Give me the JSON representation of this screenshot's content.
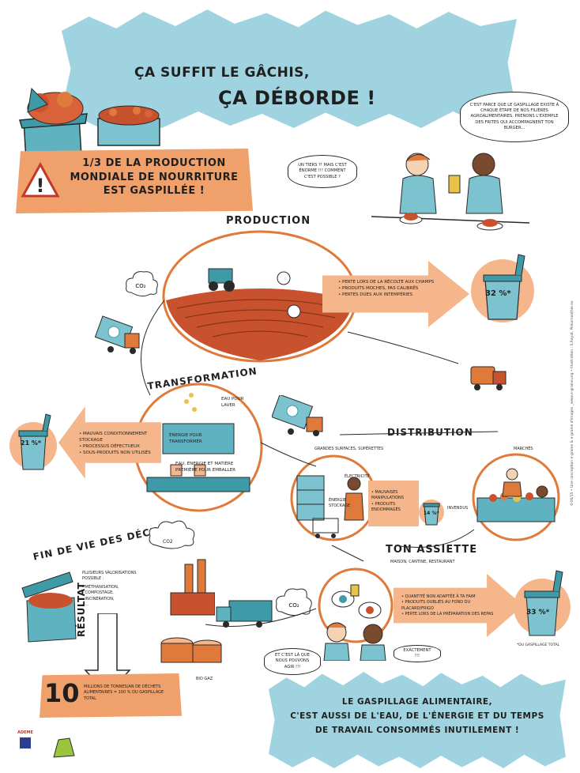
{
  "title": {
    "line1": "ÇA SUFFIT LE GÂCHIS,",
    "line2": "ÇA DÉBORDE !"
  },
  "warning": {
    "line1": "1/3 DE LA PRODUCTION",
    "line2": "MONDIALE DE NOURRITURE",
    "line3": "EST GASPILLÉE !"
  },
  "bubbles": {
    "boy": "C'EST PARCE QUE LE GASPILLAGE EXISTE À CHAQUE ÉTAPE DE NOS FILIÈRES AGROALIMENTAIRES. PRENONS L'EXEMPLE DES FRITES QUI ACCOMPAGNENT TON BURGER...",
    "girl": "UN TIERS ?! MAIS C'EST ÉNORME !!! COMMENT C'EST POSSIBLE ?",
    "girl2": "ET C'EST LÀ QUE NOUS POUVONS AGIR !!!",
    "boy2": "EXACTEMENT !!!"
  },
  "production": {
    "title": "PRODUCTION",
    "items": [
      "PERTE LORS DE LA RÉCOLTE AUX CHAMPS",
      "PRODUITS MOCHES, PAS CALIBRÉS",
      "PERTES DUES AUX INTEMPÉRIES"
    ],
    "percent": "32 %*"
  },
  "transformation": {
    "title": "TRANSFORMATION",
    "water": "EAU POUR LAVER",
    "energy": "ÉNERGIE POUR TRANSFORMER",
    "packaging": "EAU, ÉNERGIE ET MATIÈRE PREMIÈRE POUR EMBALLER",
    "items": [
      "MAUVAIS CONDITIONNEMENT STOCKAGE",
      "PROCESSUS DÉFECTUEUX",
      "SOUS-PRODUITS NON UTILISÉS"
    ],
    "percent": "21 %*"
  },
  "distribution": {
    "title": "DISTRIBUTION",
    "left_label": "GRANDES SURFACES, SUPÉRETTES",
    "right_label": "MARCHÉS",
    "electricity": "ÉLECTRICITÉ",
    "storage": "ÉNERGIE STOCKAGE",
    "items": [
      "MAUVAISES MANIPULATIONS",
      "PRODUITS ENDOMMAGÉS"
    ],
    "unsold": "INVENDUS",
    "percent": "14 %*"
  },
  "plate": {
    "title": "TON ASSIETTE",
    "subtitle": "MAISON, CANTINE, RESTAURANT",
    "items": [
      "QUANTITÉ NON ADAPTÉE À TA FAIM",
      "PRODUITS OUBLIÉS AU FOND DU PLACARD/FRIGO",
      "PERTE LORS DE LA PRÉPARATION DES REPAS"
    ],
    "percent": "33 %*",
    "footnote": "*DU GASPILLAGE TOTAL"
  },
  "endoflife": {
    "title": "FIN DE VIE DES DÉCHETS",
    "intro": "PLUSIEURS VALORISATIONS POSSIBLE :",
    "options": [
      "- MÉTHANISATION,",
      "- COMPOSTAGE,",
      "- INCINÉRATION,",
      "- ..."
    ],
    "biogas": "BIO GAZ",
    "co2": "CO2"
  },
  "result": {
    "label": "RÉSULTAT",
    "number": "10",
    "text": "MILLIONS DE TONNES/AN DE DÉCHETS ALIMENTAIRES = 100 % DU GASPILLAGE TOTAL"
  },
  "conclusion": {
    "line1": "LE GASPILLAGE ALIMENTAIRE,",
    "line2": "C'EST AUSSI DE L'EAU, DE L'ÉNERGIE ET DU TEMPS",
    "line3": "DE TRAVAIL CONSOMMÉS INUTILEMENT !"
  },
  "credits": "©06/15 • Une conception e-graine & e-graine d'images _www.e-graine.org • Illustration : S.Rayat, Pinksmoothie.ex",
  "logo_ademe": "ADEME",
  "colors": {
    "blue": "#9fd3df",
    "teal": "#3f9aa8",
    "orange": "#e07a3a",
    "light_orange": "#f4b68a"
  }
}
